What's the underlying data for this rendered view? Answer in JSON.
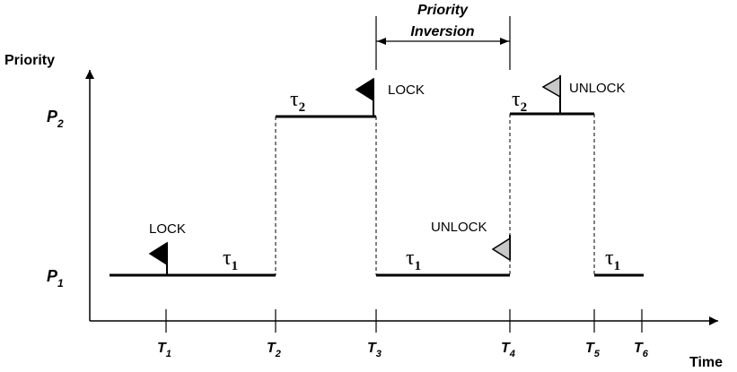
{
  "axis": {
    "y_label": "Priority",
    "x_label": "Time"
  },
  "priority_levels": [
    {
      "symbol": "P",
      "sub": "2"
    },
    {
      "symbol": "P",
      "sub": "1"
    }
  ],
  "time_points": [
    {
      "symbol": "T",
      "sub": "1"
    },
    {
      "symbol": "T",
      "sub": "2"
    },
    {
      "symbol": "T",
      "sub": "3"
    },
    {
      "symbol": "T",
      "sub": "4"
    },
    {
      "symbol": "T",
      "sub": "5"
    },
    {
      "symbol": "T",
      "sub": "6"
    }
  ],
  "segments": [
    {
      "task": "τ",
      "sub": "1",
      "level": "P1",
      "from": "start",
      "to": "T2"
    },
    {
      "task": "τ",
      "sub": "2",
      "level": "P2",
      "from": "T2",
      "to": "T3"
    },
    {
      "task": "τ",
      "sub": "1",
      "level": "P1",
      "from": "T3",
      "to": "T4"
    },
    {
      "task": "τ",
      "sub": "2",
      "level": "P2",
      "from": "T4",
      "to": "T5"
    },
    {
      "task": "τ",
      "sub": "1",
      "level": "P1",
      "from": "T5",
      "to": "T6"
    }
  ],
  "events": {
    "lock_1": "LOCK",
    "lock_2": "LOCK",
    "unlock_1": "UNLOCK",
    "unlock_2": "UNLOCK"
  },
  "priority_inversion": {
    "line1": "Priority",
    "line2": "Inversion"
  },
  "colors": {
    "ink": "#000000",
    "lock_flag": "#000000",
    "unlock_flag": "#c8c8c8"
  }
}
